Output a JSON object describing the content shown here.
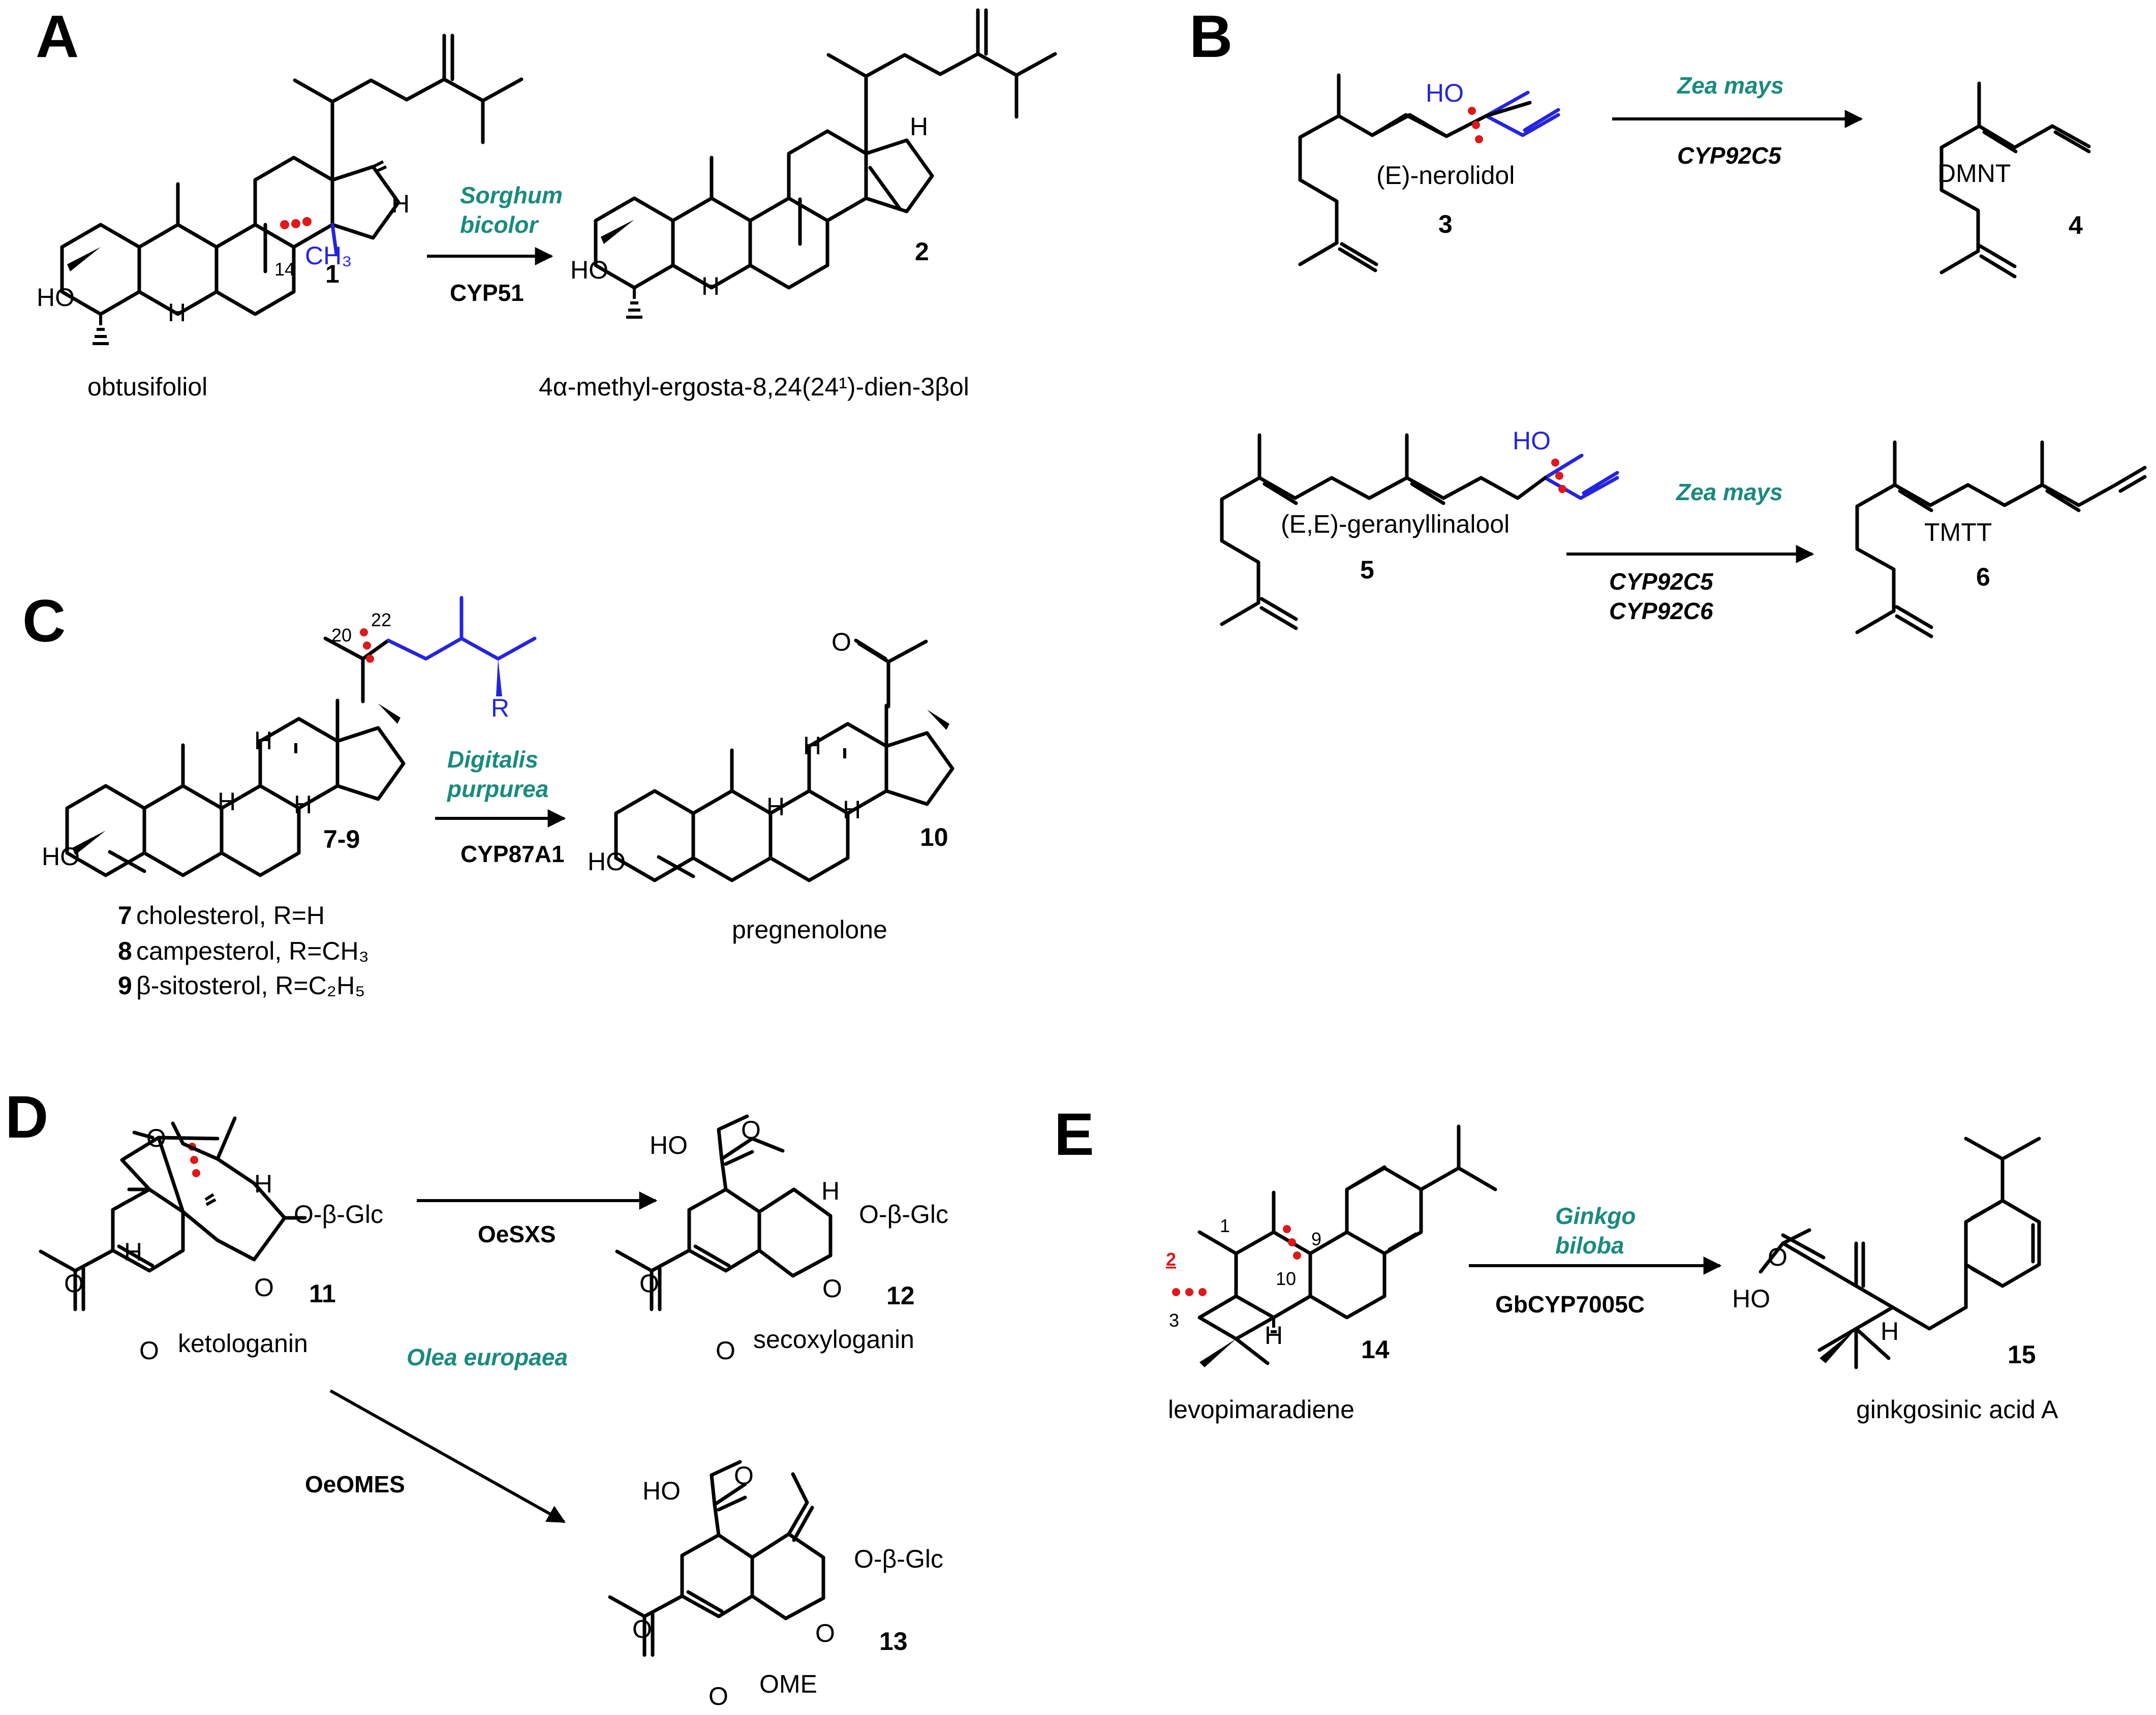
{
  "colors": {
    "organism": "#1a8a7e",
    "highlight_bond": "#2424e0",
    "cleavage_mark": "#e01818"
  },
  "panels": {
    "A": {
      "letter": "A",
      "organism": [
        "Sorghum",
        "bicolor"
      ],
      "enzyme": "CYP51",
      "substrate": {
        "number": "1",
        "name": "obtusifoliol",
        "methyl_label": "CH₃",
        "position": "14"
      },
      "product": {
        "number": "2",
        "name": "4α-methyl-ergosta-8,24(24¹)-dien-3βol"
      }
    },
    "B": {
      "letter": "B",
      "reactions": [
        {
          "organism": "Zea mays",
          "enzymes": [
            "CYP92C5"
          ],
          "substrate": {
            "number": "3",
            "name": "(E)-nerolidol"
          },
          "product": {
            "number": "4",
            "name": "DMNT"
          }
        },
        {
          "organism": "Zea mays",
          "enzymes": [
            "CYP92C5",
            "CYP92C6"
          ],
          "substrate": {
            "number": "5",
            "name": "(E,E)-geranyllinalool"
          },
          "product": {
            "number": "6",
            "name": "TMTT"
          }
        }
      ]
    },
    "C": {
      "letter": "C",
      "organism": [
        "Digitalis",
        "purpurea"
      ],
      "enzyme": "CYP87A1",
      "substrate": {
        "number": "7-9",
        "R": "R"
      },
      "positions": [
        "20",
        "22"
      ],
      "substrate_list": [
        {
          "number": "7",
          "text": "cholesterol, R=H"
        },
        {
          "number": "8",
          "text": "campesterol, R=CH₃"
        },
        {
          "number": "9",
          "text": "β-sitosterol, R=C₂H₅"
        }
      ],
      "product": {
        "number": "10",
        "name": "pregnenolone"
      }
    },
    "D": {
      "letter": "D",
      "organism": "Olea europaea",
      "enzymes": [
        "OeSXS",
        "OeOMES"
      ],
      "substrate": {
        "number": "11",
        "name": "ketologanin"
      },
      "products": [
        {
          "number": "12",
          "name": "secoxyloganin"
        },
        {
          "number": "13",
          "name": "OME"
        }
      ],
      "glc_label": "O-β-Glc"
    },
    "E": {
      "letter": "E",
      "organism": [
        "Ginkgo",
        "biloba"
      ],
      "enzyme": "GbCYP7005C",
      "substrate": {
        "number": "14",
        "name": "levopimaradiene"
      },
      "positions": [
        "1",
        "2",
        "3",
        "9",
        "10"
      ],
      "product": {
        "number": "15",
        "name": "ginkgosinic acid A"
      }
    }
  }
}
